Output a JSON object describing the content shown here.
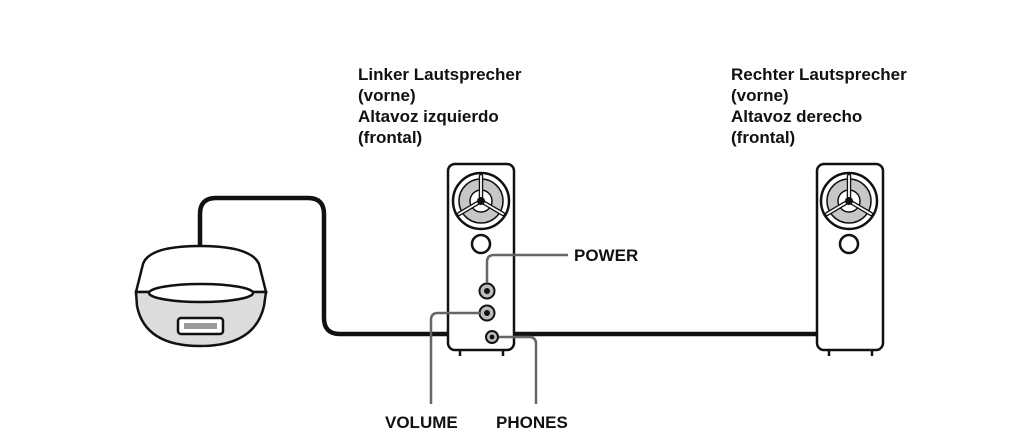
{
  "left_speaker": {
    "label_lines": [
      "Linker Lautsprecher",
      "(vorne)",
      "Altavoz izquierdo",
      "(frontal)"
    ]
  },
  "right_speaker": {
    "label_lines": [
      "Rechter Lautsprecher",
      "(vorne)",
      "Altavoz derecho",
      "(frontal)"
    ]
  },
  "callouts": {
    "power": "POWER",
    "volume": "VOLUME",
    "phones": "PHONES"
  },
  "colors": {
    "line": "#111111",
    "callout_line": "#666666",
    "shade": "#bdbdbd",
    "light_shade": "#e0e0e0"
  }
}
